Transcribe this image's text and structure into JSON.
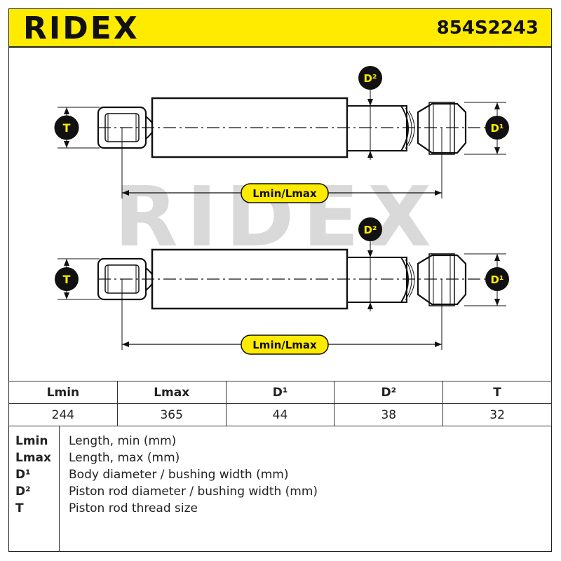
{
  "header": {
    "brand": "RIDEX",
    "part_number": "854S2243",
    "brand_color": "#ffeb00"
  },
  "diagram": {
    "labels": {
      "t": "T",
      "d1": "D¹",
      "d2": "D²",
      "length": "Lmin/Lmax"
    },
    "watermark": "RIDEX"
  },
  "table": {
    "headers": [
      "Lmin",
      "Lmax",
      "D¹",
      "D²",
      "T"
    ],
    "values": [
      "244",
      "365",
      "44",
      "38",
      "32"
    ]
  },
  "legend": [
    {
      "key": "Lmin",
      "desc": "Length, min (mm)"
    },
    {
      "key": "Lmax",
      "desc": "Length, max (mm)"
    },
    {
      "key": "D¹",
      "desc": "Body diameter / bushing width (mm)"
    },
    {
      "key": "D²",
      "desc": "Piston rod diameter / bushing width (mm)"
    },
    {
      "key": "T",
      "desc": "Piston rod thread size"
    }
  ]
}
